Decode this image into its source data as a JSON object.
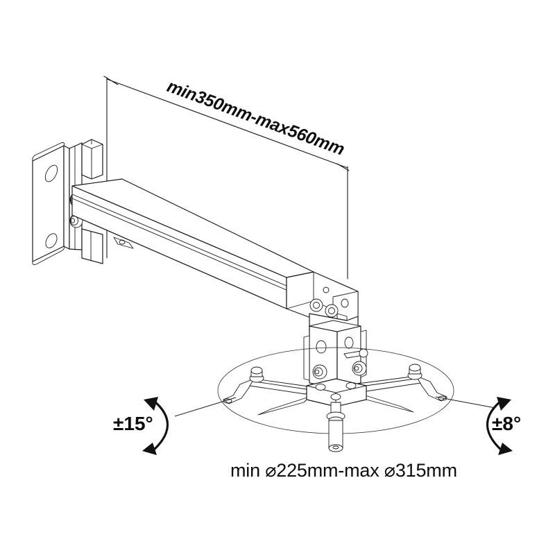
{
  "diagram": {
    "title": "Projector wall mount bracket dimension drawing",
    "background_color": "#ffffff",
    "line_color": "#1a1a1a",
    "annotations": {
      "extension_label": "min350mm-max560mm",
      "diameter_label": "min ⌀225mm-max ⌀315mm",
      "tilt_left_label": "±15°",
      "tilt_right_label": "±8°"
    },
    "parts": {
      "wall_plate": "wall-mounting-plate",
      "arm": "telescoping-extension-arm",
      "tilt_joint": "tilt-swivel-joint",
      "spider_plate": "projector-spider-mount-plate",
      "center_post": "center-drop-post",
      "coverage_circle": "projector-mount-diameter-circle"
    }
  }
}
